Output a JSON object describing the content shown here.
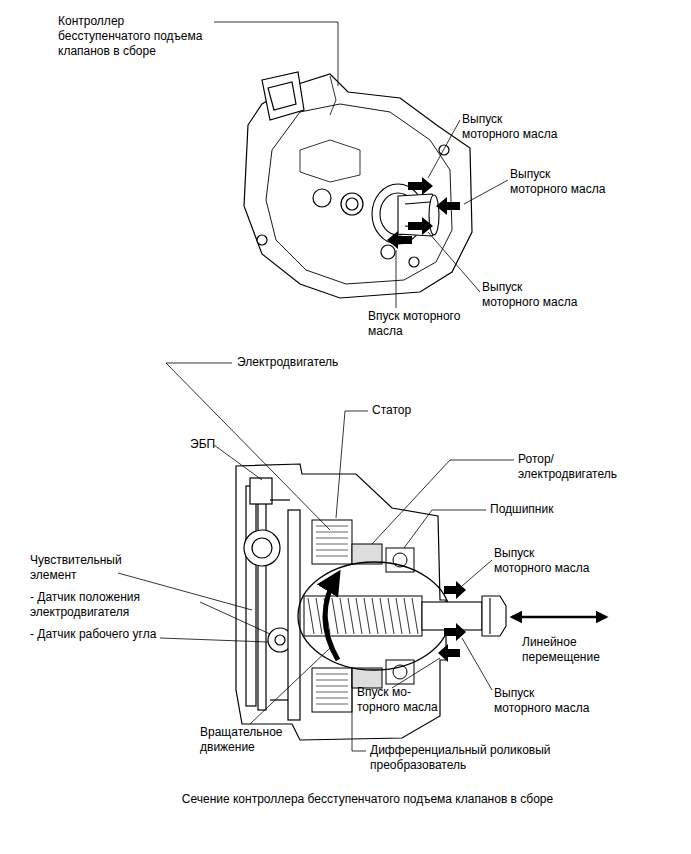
{
  "diagram": {
    "caption": "Сечение контроллера бесступенчатого подъема клапанов в сборе",
    "labels": [
      "Контроллер бесступенчатого подъема клапанов в сборе",
      "Выпуск моторного масла",
      "Выпуск моторного масла",
      "Выпуск моторного масла",
      "Впуск моторного масла",
      "Электродвигатель",
      "Статор",
      "ЭБП",
      "Ротор/ электродвигатель",
      "Подшипник",
      "Чувствительный элемент",
      "- Датчик положения электродвигателя",
      "- Датчик рабочего угла",
      "Выпуск моторного масла",
      "Линейное перемещение",
      "Впуск мо- торного масла",
      "Выпуск моторного масла",
      "Вращательное движение",
      "Дифференциальный роликовый преобразователь"
    ]
  }
}
